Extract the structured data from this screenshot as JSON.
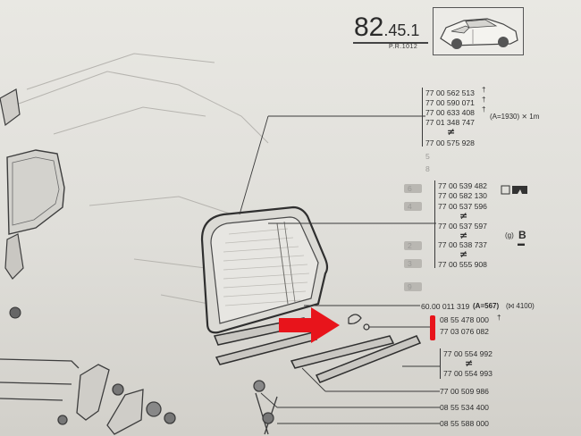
{
  "header": {
    "page_main": "82",
    "page_sub": ".45",
    "page_suffix": ".1",
    "pr_ref": "P.R.1012"
  },
  "parts_top": [
    "77 00 562 513",
    "77 00 590 071",
    "77 00 633 408",
    "77 01 348 747",
    "77 00 575 928"
  ],
  "note_top": "(A=1930)",
  "note_top_suffix": "1m",
  "parts_mid": [
    "77 00 539 482",
    "77 00 582 130",
    "77 00 537 596",
    "77 00 537 597",
    "77 00 538 737",
    "77 00 555 908"
  ],
  "note_mid_g": "(g)",
  "letter_b": "B",
  "part_main": "60.00 011 319",
  "note_main": "(A=567)",
  "note_main_2": "4100",
  "parts_low": [
    "08 55 478 000",
    "77 03 076 082"
  ],
  "parts_low2": [
    "77 00 554 992",
    "77 00 554 993"
  ],
  "parts_bottom": [
    "77 00 509 986",
    "08 55 534 400",
    "08 55 588 000"
  ],
  "faint_codes": [
    "6",
    "4",
    "2",
    "3",
    "9",
    "5",
    "8"
  ],
  "colors": {
    "paper": "#e6e5e0",
    "ink": "#2c2c2c",
    "arrow": "#e8141b"
  },
  "icons": [
    "car-illustration",
    "red-arrow",
    "red-marker-bar",
    "glass-window-drawing"
  ]
}
